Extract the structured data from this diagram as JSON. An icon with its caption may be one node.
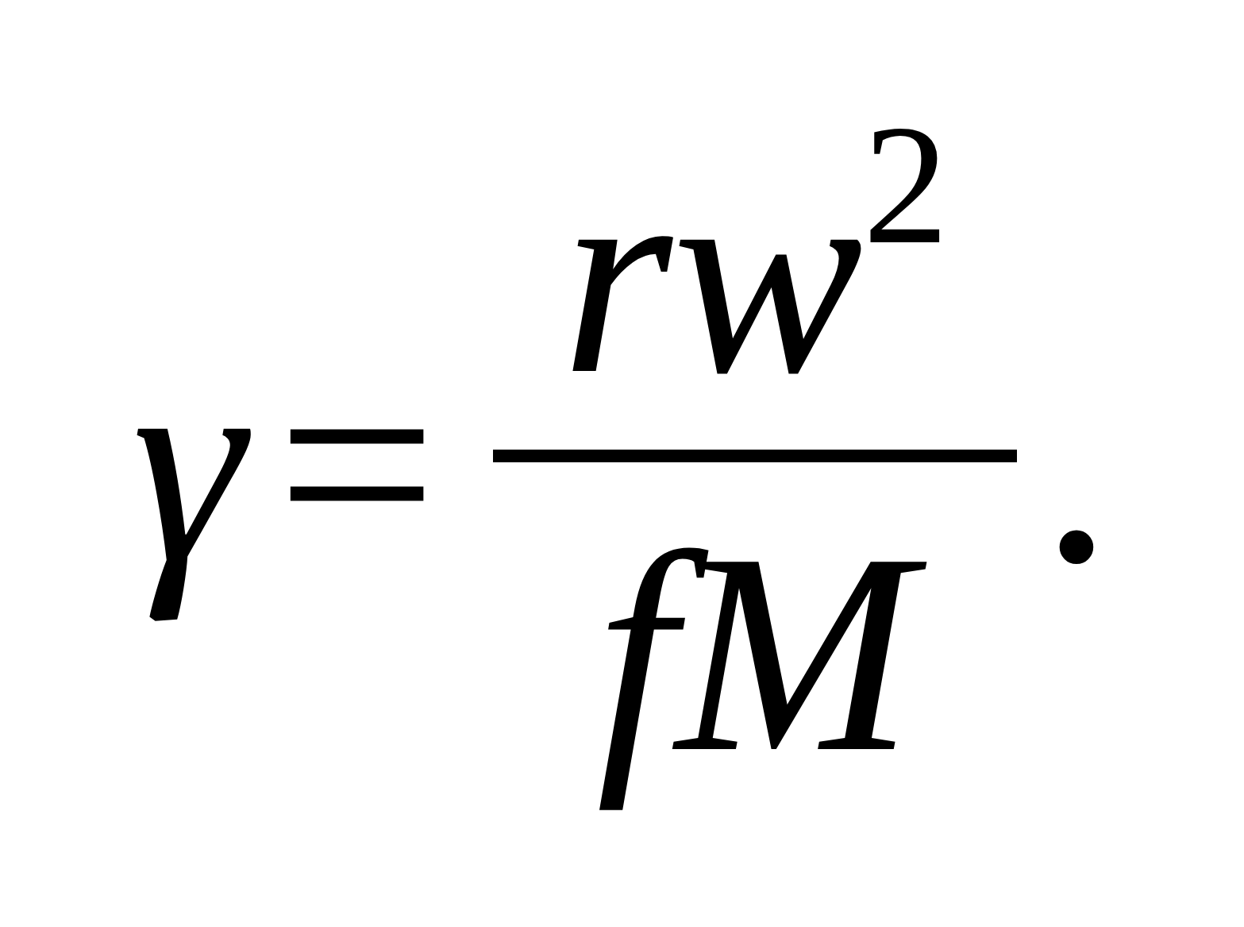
{
  "diagram": {
    "nodes": [
      {
        "text": [],
        "shape": "bar"
      }
    ],
    "labels": [
      "γ",
      "=",
      "rw$^{2}$",
      "fM",
      "."
    ]
  }
}
